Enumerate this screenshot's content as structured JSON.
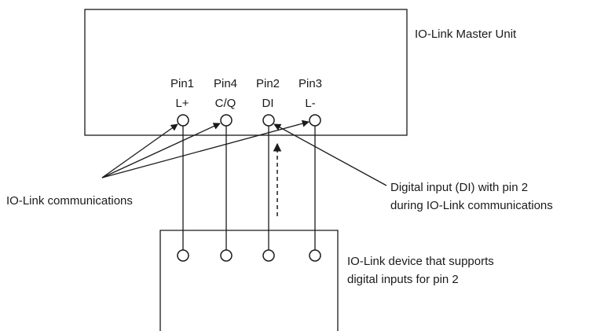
{
  "master_unit": {
    "label": "IO-Link Master Unit"
  },
  "pins": [
    {
      "pin": "Pin1",
      "signal": "L+"
    },
    {
      "pin": "Pin4",
      "signal": "C/Q"
    },
    {
      "pin": "Pin2",
      "signal": "DI"
    },
    {
      "pin": "Pin3",
      "signal": "L-"
    }
  ],
  "annotations": {
    "io_link_comm": "IO-Link communications",
    "di_line1": "Digital input (DI) with pin 2",
    "di_line2": "during IO-Link communications"
  },
  "device": {
    "line1": "IO-Link device that supports",
    "line2": "digital inputs for pin 2"
  }
}
